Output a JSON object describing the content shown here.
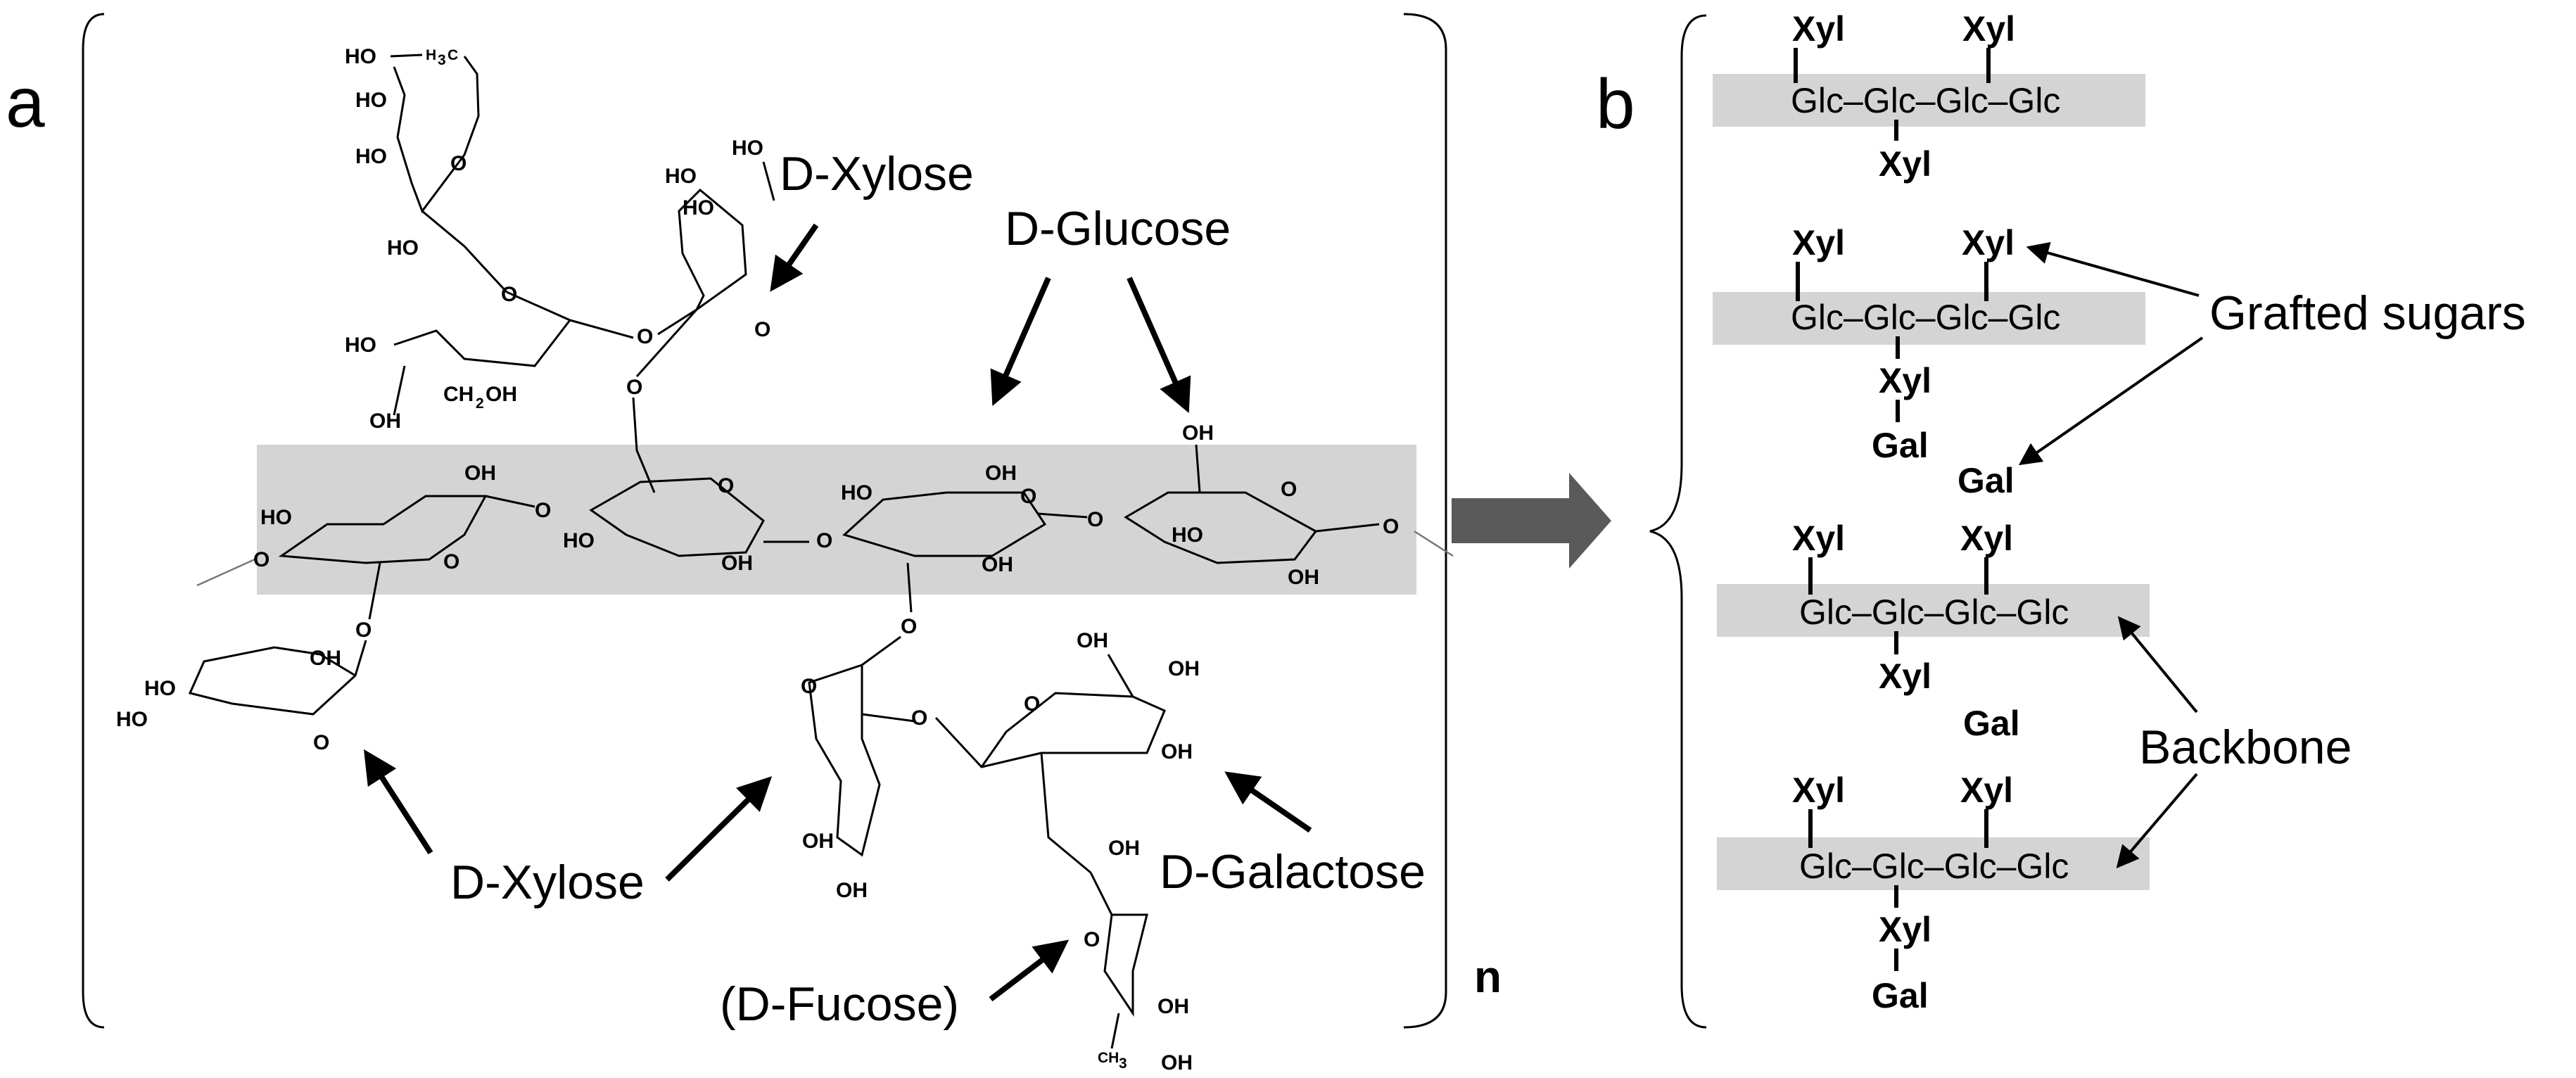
{
  "panel_a": {
    "letter": "a",
    "repeat_subscript": "n",
    "labels": {
      "xylose_top": "D-Xylose",
      "glucose": "D-Glucose",
      "xylose_bottom": "D-Xylose",
      "galactose": "D-Galactose",
      "fucose": "(D-Fucose)"
    },
    "atoms": {
      "oh": "OH",
      "ho": "HO",
      "o": "O",
      "ch2oh": "CH2OH",
      "ch2": "CH",
      "ch2_sub": "2",
      "ch2_tail": "OH",
      "h3c_h": "H",
      "h3c_sub": "3",
      "h3c_c": "C",
      "ch3_c": "CH",
      "ch3_sub": "3"
    }
  },
  "panel_b": {
    "letter": "b",
    "backbone_text": "Glc–Glc–Glc–Glc",
    "xyl": "Xyl",
    "gal": "Gal",
    "label_grafted": "Grafted sugars",
    "label_backbone": "Backbone"
  }
}
